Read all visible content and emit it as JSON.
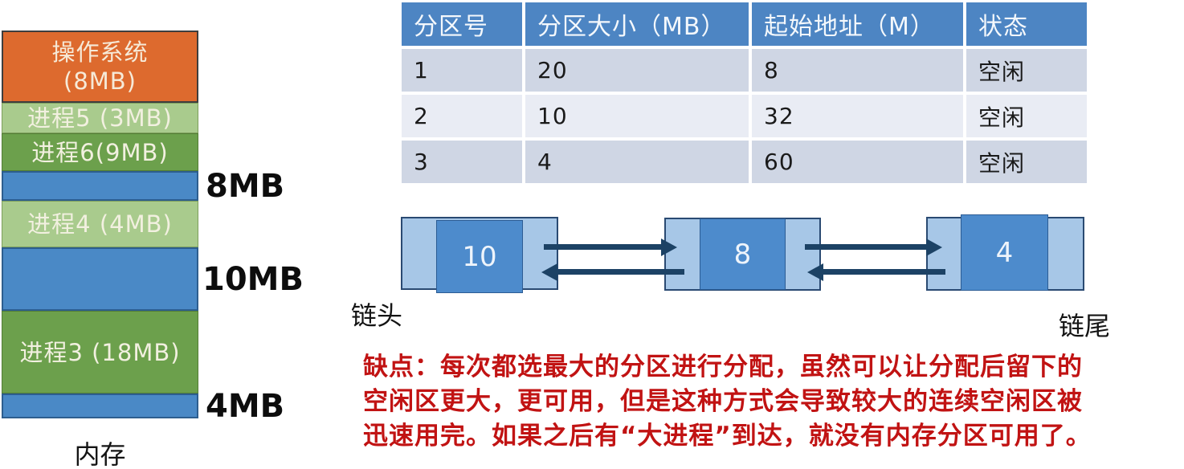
{
  "memory_diagram": {
    "caption": "内存",
    "blocks": [
      {
        "name": "os",
        "label": "操作系统",
        "label2": "(8MB)"
      },
      {
        "name": "p5",
        "label": "进程5 (3MB)"
      },
      {
        "name": "p6",
        "label": "进程6(9MB)"
      },
      {
        "name": "free8",
        "label": "",
        "side_label": "8MB"
      },
      {
        "name": "p4",
        "label": "进程4 (4MB)"
      },
      {
        "name": "free10",
        "label": "",
        "side_label": "10MB"
      },
      {
        "name": "p3",
        "label": "进程3 (18MB)"
      },
      {
        "name": "free4",
        "label": "",
        "side_label": "4MB"
      }
    ]
  },
  "partition_table": {
    "headers": [
      "分区号",
      "分区大小（MB）",
      "起始地址（M）",
      "状态"
    ],
    "rows": [
      [
        "1",
        "20",
        "8",
        "空闲"
      ],
      [
        "2",
        "10",
        "32",
        "空闲"
      ],
      [
        "3",
        "4",
        "60",
        "空闲"
      ]
    ]
  },
  "linked_list": {
    "head_label": "链头",
    "tail_label": "链尾",
    "nodes": [
      "10",
      "8",
      "4"
    ]
  },
  "note": {
    "lines": [
      "缺点：每次都选最大的分区进行分配，虽然可以让分配后留下的",
      "空闲区更大，更可用，但是这种方式会导致较大的连续空闲区被",
      "迅速用完。如果之后有“大进程”到达，就没有内存分区可用了。"
    ]
  },
  "colors": {
    "os_block": "#dd6a2e",
    "process_light": "#a9cb8d",
    "process_dark": "#6ca04c",
    "free_block": "#4a89c6",
    "table_header": "#4d85c3",
    "row_dark": "#cfd6e4",
    "row_light": "#e9ecf4",
    "node_light": "#a7c7e7",
    "node_dark": "#4d8bcc",
    "arrow": "#1c4265",
    "note_text": "#c11313"
  }
}
